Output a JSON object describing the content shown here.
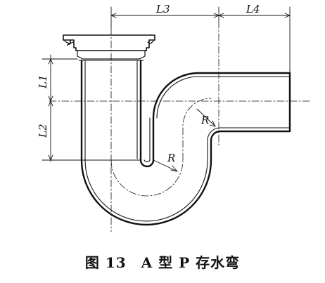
{
  "figure": {
    "labels": {
      "l1": "L1",
      "l2": "L2",
      "l3": "L3",
      "l4": "L4",
      "r_left": "R",
      "r_mid": "R"
    },
    "caption": "图 13　A 型 P 存水弯"
  }
}
